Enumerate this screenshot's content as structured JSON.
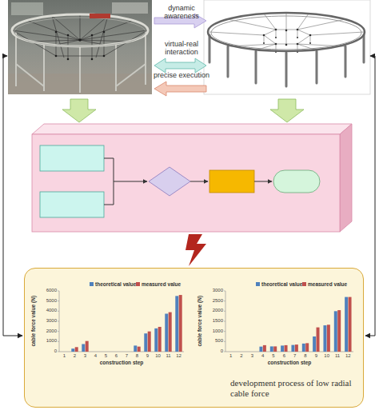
{
  "diagram": {
    "nodes": [
      {
        "text": [
          "development process of low radial cable force"
        ]
      }
    ],
    "labels": [
      "dynamic awareness",
      "virtual-real interaction",
      "precise execution",
      "0",
      "1000",
      "2000",
      "3000",
      "4000",
      "5000",
      "6000",
      "1",
      "2",
      "3",
      "4",
      "5",
      "6",
      "7",
      "8",
      "9",
      "10",
      "11",
      "12",
      "cable force value (N)",
      "construction step",
      "0",
      "500",
      "1000",
      "1500",
      "2000",
      "2500",
      "3000",
      "1",
      "2",
      "3",
      "4",
      "5",
      "6",
      "7",
      "8",
      "9",
      "10",
      "11",
      "12",
      "cable force value (N)",
      "construction step"
    ],
    "legend": [
      {
        "text": "theoretical value",
        "color": "#4f81bd"
      },
      {
        "text": "measured value",
        "color": "#c0504d"
      },
      {
        "text": "theoretical value",
        "color": "#4f81bd"
      },
      {
        "text": "measured value",
        "color": "#c0504d"
      }
    ]
  }
}
